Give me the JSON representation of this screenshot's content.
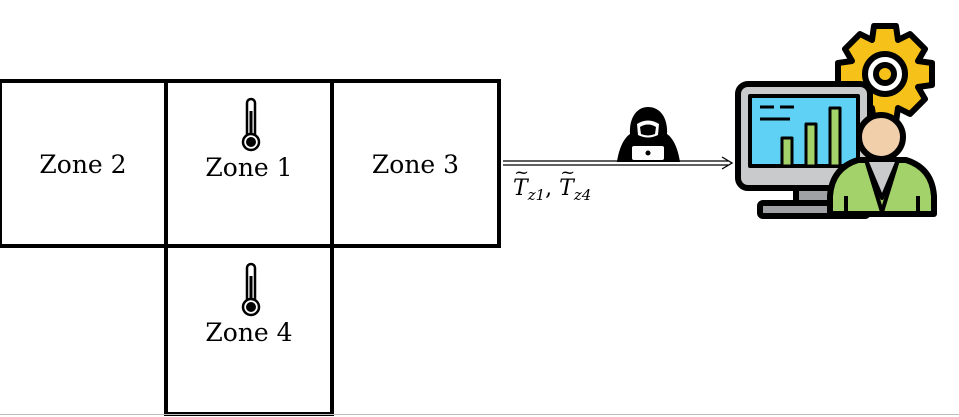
{
  "zones": {
    "zone2": "Zone 2",
    "zone1": "Zone 1",
    "zone3": "Zone 3",
    "zone4": "Zone 4"
  },
  "measurement": {
    "var": "T",
    "sub1": "z1",
    "separator": ",",
    "sub2": "z4"
  },
  "icons": {
    "sensor": "thermometer-icon",
    "attacker": "hacker-icon",
    "operator": "operator-dashboard-icon"
  },
  "colors": {
    "gear": "#f6c21a",
    "screen": "#5ed1f5",
    "bars": "#a4d26a",
    "skin": "#f0cfaa",
    "jacket": "#a4d26a",
    "monitor": "#c9cacc"
  }
}
